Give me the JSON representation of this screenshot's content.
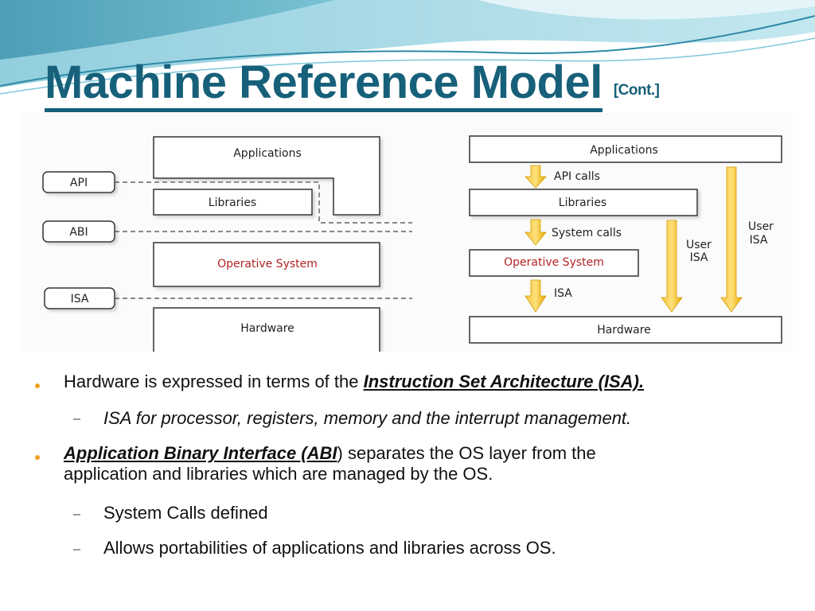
{
  "slide": {
    "title": "Machine Reference Model",
    "title_suffix": "[Cont.]"
  },
  "diagram_left": {
    "interface_labels": [
      "API",
      "ABI",
      "ISA"
    ],
    "layers": [
      "Applications",
      "Libraries",
      "Operative System",
      "Hardware"
    ]
  },
  "diagram_right": {
    "layers": [
      "Applications",
      "Libraries",
      "Operative System",
      "Hardware"
    ],
    "arrow_labels": [
      "API calls",
      "System calls",
      "ISA"
    ],
    "user_isa_label": [
      "User",
      "ISA"
    ],
    "user_isa_label_2": [
      "User",
      "ISA"
    ]
  },
  "bullets": {
    "b1": {
      "pre": "Hardware is expressed in terms of the ",
      "term": "Instruction Set Architecture (ISA)."
    },
    "b1_sub": "ISA for processor, registers, memory and the interrupt management.",
    "b2": {
      "term": "Application Binary Interface (ABI",
      "post_line1": ") separates the OS layer from the",
      "line2": "application and libraries which are managed by the OS."
    },
    "b2_sub1": "System Calls defined",
    "b2_sub2": "Allows portabilities of applications and libraries across OS."
  },
  "colors": {
    "title": "#17607a",
    "bullet": "#f0a020",
    "arrow": "#f5b400",
    "os_text": "#b22222"
  }
}
